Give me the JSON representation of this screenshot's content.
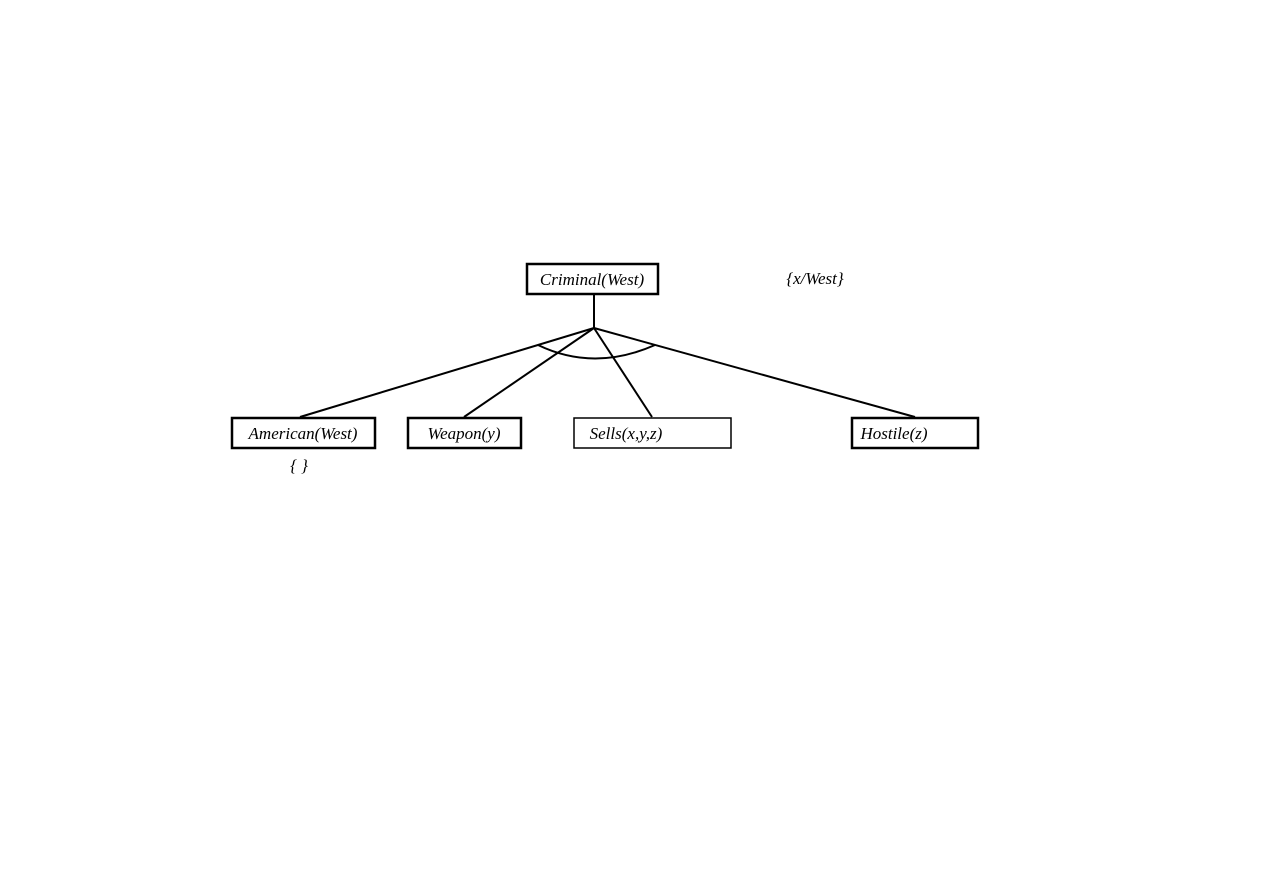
{
  "root": {
    "label": "Criminal(West)",
    "substitution": "{x/West}"
  },
  "children": [
    {
      "label": "American(West)",
      "substitution": "{ }"
    },
    {
      "label": "Weapon(y)"
    },
    {
      "label": "Sells(x,y,z)"
    },
    {
      "label": "Hostile(z)"
    }
  ]
}
